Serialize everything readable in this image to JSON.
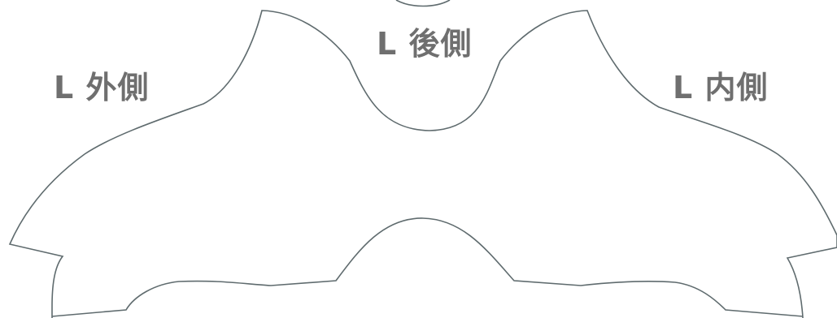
{
  "labels": {
    "outer": "L 外側",
    "back": "L 後側",
    "inner": "L 内側"
  },
  "colors": {
    "outline": "#5f6b6e",
    "label": "#6f6f6f",
    "background": "#ffffff"
  }
}
